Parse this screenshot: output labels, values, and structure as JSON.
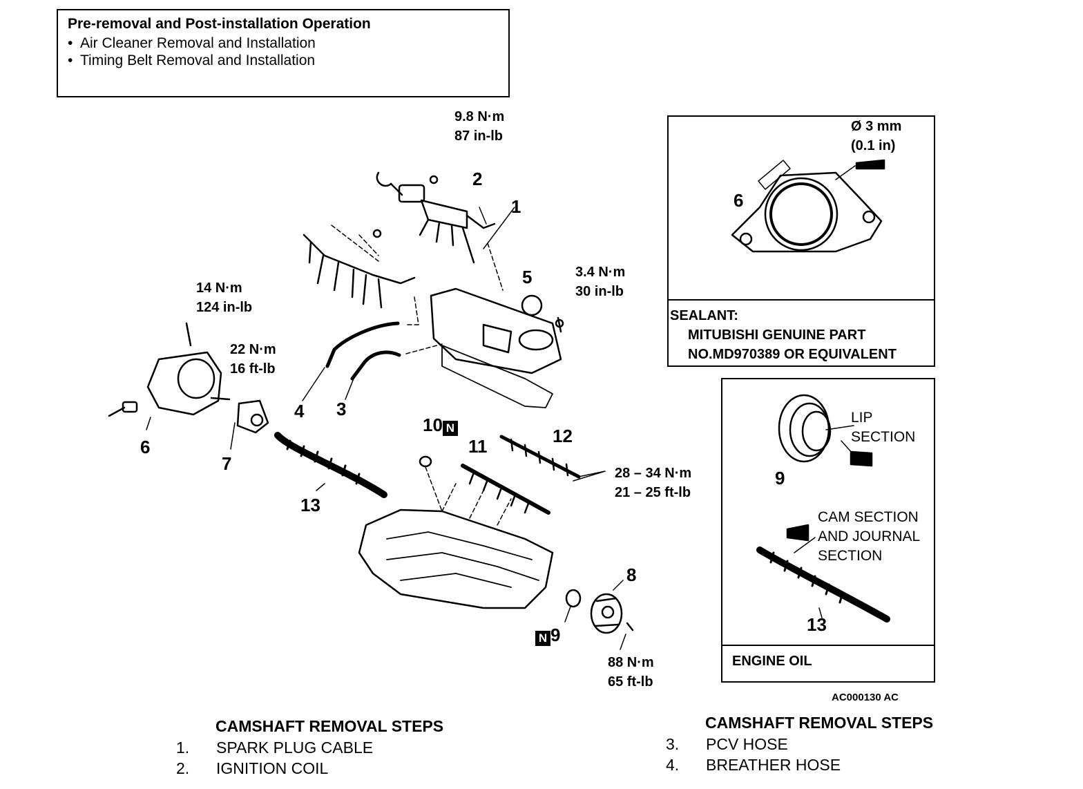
{
  "operation_box": {
    "title": "Pre-removal and Post-installation Operation",
    "items": [
      "Air Cleaner Removal and Installation",
      "Timing Belt Removal and Installation"
    ]
  },
  "torques": {
    "t1": [
      "9.8 N·m",
      "87 in-lb"
    ],
    "t2": [
      "3.4 N·m",
      "30 in-lb"
    ],
    "t3": [
      "14 N·m",
      "124 in-lb"
    ],
    "t4": [
      "22 N·m",
      "16 ft-lb"
    ],
    "t5": [
      "28 – 34 N·m",
      "21 – 25 ft-lb"
    ],
    "t6": [
      "88 N·m",
      "65 ft-lb"
    ]
  },
  "part_numbers": {
    "p1": "1",
    "p2": "2",
    "p3": "3",
    "p4": "4",
    "p5": "5",
    "p6": "6",
    "p7": "7",
    "p8": "8",
    "p9": "9",
    "p10": "10",
    "p11": "11",
    "p12": "12",
    "p13": "13"
  },
  "badge_letter": "N",
  "detail_sealant": {
    "part_label": "6",
    "bead": [
      "Ø 3 mm",
      "(0.1 in)"
    ],
    "sealant_title": "SEALANT:",
    "sealant_lines": [
      "MITUBISHI GENUINE PART",
      "NO.MD970389 OR EQUIVALENT"
    ]
  },
  "detail_oil": {
    "part_label_9": "9",
    "lip": [
      "LIP",
      "SECTION"
    ],
    "cam": [
      "CAM SECTION",
      "AND JOURNAL",
      "SECTION"
    ],
    "part_label_13": "13",
    "footer": "ENGINE OIL"
  },
  "figure_code": "AC000130 AC",
  "steps_left": {
    "title": "CAMSHAFT REMOVAL STEPS",
    "items": [
      {
        "n": "1.",
        "label": "SPARK PLUG CABLE"
      },
      {
        "n": "2.",
        "label": "IGNITION COIL"
      }
    ]
  },
  "steps_right": {
    "title": "CAMSHAFT REMOVAL STEPS",
    "items": [
      {
        "n": "3.",
        "label": "PCV HOSE"
      },
      {
        "n": "4.",
        "label": "BREATHER HOSE"
      }
    ]
  }
}
